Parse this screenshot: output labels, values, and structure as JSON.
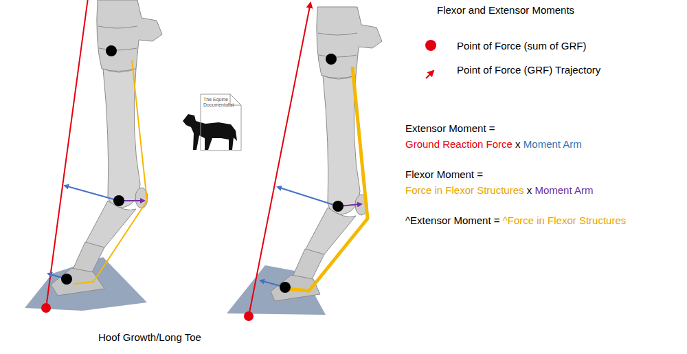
{
  "diagram": {
    "title": "Flexor and Extensor Moments",
    "caption": "Hoof Growth/Long Toe",
    "nodes": [
      {
        "text": [
          "The Equine Documentalist"
        ]
      }
    ],
    "labels": [
      "Extensor Moment =",
      "Ground Reaction Force",
      "x",
      "Moment Arm",
      "Flexor Moment =",
      "Force in Flexor Structures",
      "x",
      "Moment Arm",
      "^Extensor Moment =",
      "^Force in Flexor Structures"
    ],
    "legend": [
      {
        "text": "Point of Force (sum of GRF)",
        "color": "#e3000f"
      },
      {
        "text": "Point of Force (GRF) Trajectory"
      }
    ]
  }
}
